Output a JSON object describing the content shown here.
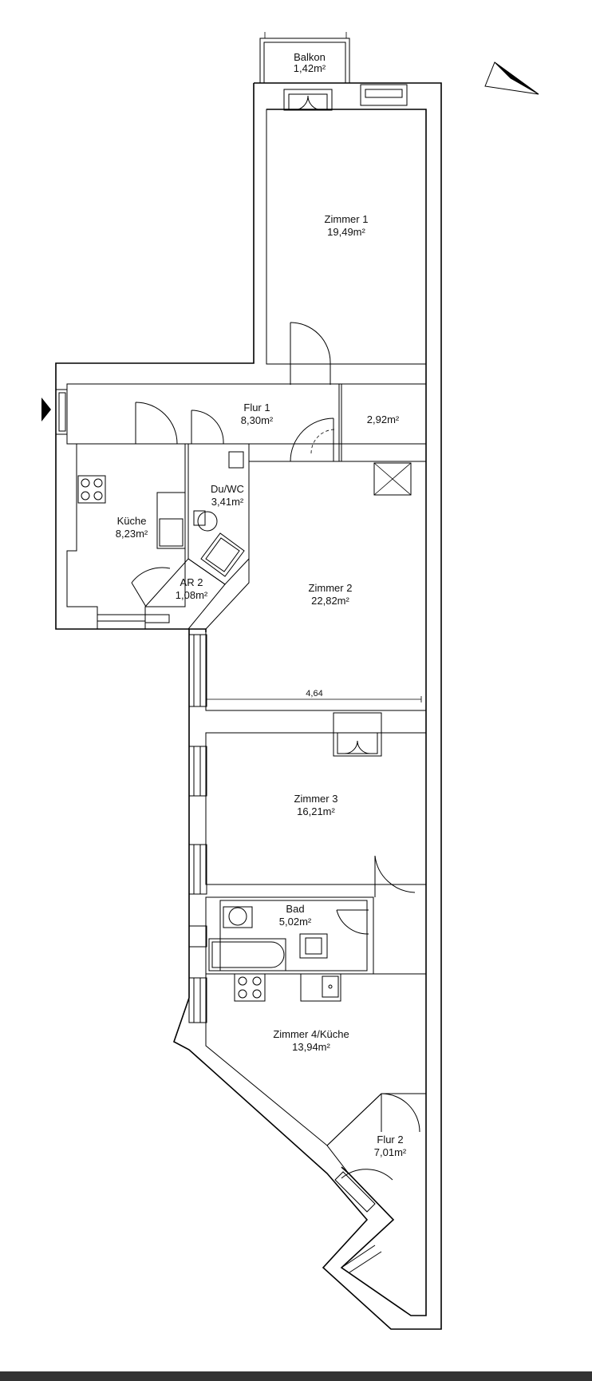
{
  "rooms": [
    {
      "key": "balkon",
      "name": "Balkon",
      "area": "1,42m²"
    },
    {
      "key": "zimmer1",
      "name": "Zimmer 1",
      "area": "19,49m²"
    },
    {
      "key": "flur1",
      "name": "Flur 1",
      "area": "8,30m²"
    },
    {
      "key": "abstell",
      "name": "",
      "area": "2,92m²"
    },
    {
      "key": "kueche",
      "name": "Küche",
      "area": "8,23m²"
    },
    {
      "key": "duwc",
      "name": "Du/WC",
      "area": "3,41m²"
    },
    {
      "key": "ar2",
      "name": "AR 2",
      "area": "1,08m²"
    },
    {
      "key": "zimmer2",
      "name": "Zimmer 2",
      "area": "22,82m²"
    },
    {
      "key": "zimmer3",
      "name": "Zimmer 3",
      "area": "16,21m²"
    },
    {
      "key": "bad",
      "name": "Bad",
      "area": "5,02m²"
    },
    {
      "key": "zimmer4",
      "name": "Zimmer 4/Küche",
      "area": "13,94m²"
    },
    {
      "key": "flur2",
      "name": "Flur 2",
      "area": "7,01m²"
    }
  ],
  "dimension": "4,64",
  "colors": {
    "line": "#000000",
    "background": "#ffffff",
    "footer": "#333333"
  },
  "icons": [
    "north-arrow-icon",
    "entrance-arrow-icon"
  ]
}
